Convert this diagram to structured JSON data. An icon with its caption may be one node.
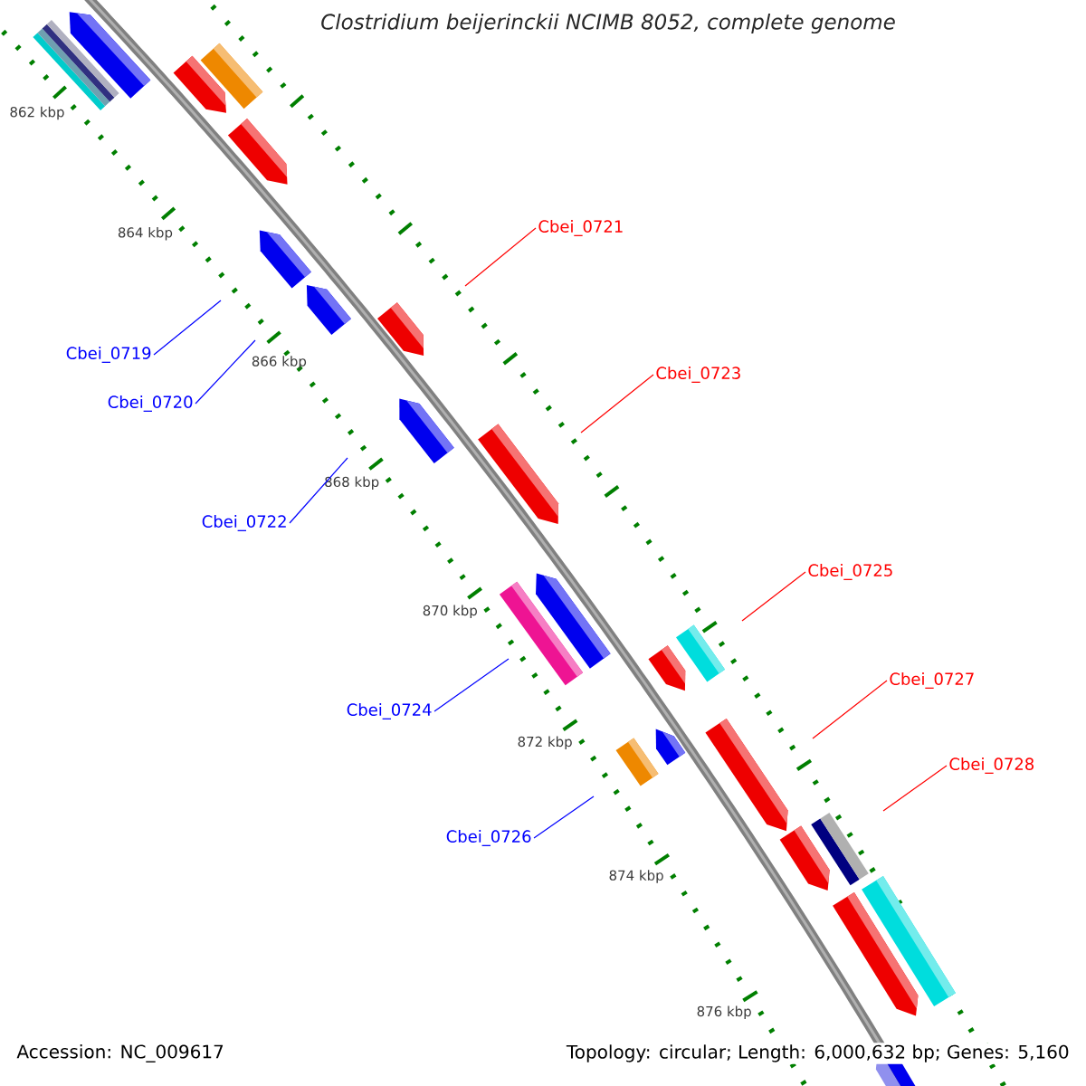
{
  "diagram": {
    "title": "Clostridium beijerinckii NCIMB 8052, complete genome",
    "nodes": [
      {
        "text": [
          "Cbei_0721"
        ]
      },
      {
        "text": [
          "Cbei_0719"
        ]
      },
      {
        "text": [
          "Cbei_0723"
        ]
      },
      {
        "text": [
          "Cbei_0720"
        ]
      },
      {
        "text": [
          "Cbei_0722"
        ]
      },
      {
        "text": [
          "Cbei_0725"
        ]
      },
      {
        "text": [
          "Cbei_0727"
        ]
      },
      {
        "text": [
          "Cbei_0724"
        ]
      },
      {
        "text": [
          "Cbei_0728"
        ]
      },
      {
        "text": [
          "Cbei_0726"
        ]
      }
    ],
    "edges": [
      {
        "from": 0,
        "to": null,
        "arrow": "none",
        "color": "#ff0000"
      },
      {
        "from": 1,
        "to": null,
        "arrow": "none",
        "color": "#0000ff"
      },
      {
        "from": 2,
        "to": null,
        "arrow": "none",
        "color": "#ff0000"
      },
      {
        "from": 3,
        "to": null,
        "arrow": "none",
        "color": "#0000ff"
      },
      {
        "from": 4,
        "to": null,
        "arrow": "none",
        "color": "#0000ff"
      },
      {
        "from": 5,
        "to": null,
        "arrow": "none",
        "color": "#ff0000"
      },
      {
        "from": 6,
        "to": null,
        "arrow": "none",
        "color": "#ff0000"
      },
      {
        "from": 7,
        "to": null,
        "arrow": "none",
        "color": "#0000ff"
      },
      {
        "from": 8,
        "to": null,
        "arrow": "none",
        "color": "#ff0000"
      },
      {
        "from": 9,
        "to": null,
        "arrow": "none",
        "color": "#0000ff"
      }
    ],
    "labels": [
      "862 kbp",
      "864 kbp",
      "866 kbp",
      "868 kbp",
      "870 kbp",
      "872 kbp",
      "874 kbp",
      "876 kbp",
      "Accession: NC_009617",
      "Topology: circular; Length: 6,000,632 bp; Genes: 5,160"
    ]
  }
}
